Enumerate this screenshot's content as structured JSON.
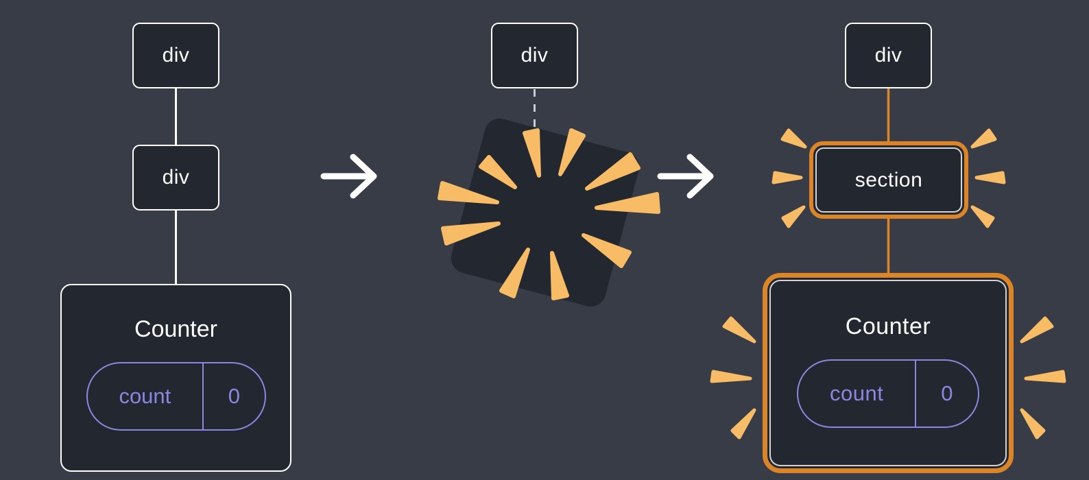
{
  "colors": {
    "bg": "#373C46",
    "box_fill": "#23272F",
    "box_border": "#FFFFFF",
    "text": "#FFFFFF",
    "purple": "#8B87E0",
    "orange": "#DB8428",
    "spark": "#F8BC66",
    "dashed": "#C8CCD4",
    "arrow": "#FFFFFF"
  },
  "diagram": {
    "before": {
      "root": "div",
      "child": "div",
      "component": {
        "title": "Counter",
        "state_key": "count",
        "state_value": "0"
      }
    },
    "during": {
      "root": "div"
    },
    "after": {
      "root": "div",
      "replacement": "section",
      "component": {
        "title": "Counter",
        "state_key": "count",
        "state_value": "0"
      }
    }
  }
}
